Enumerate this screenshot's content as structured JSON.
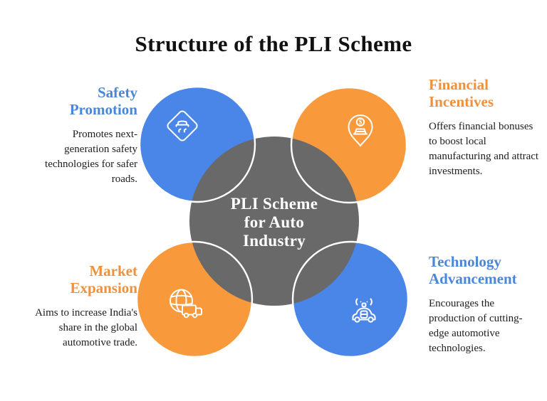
{
  "title": "Structure of the PLI Scheme",
  "center": {
    "line1": "PLI Scheme",
    "line2": "for Auto",
    "line3": "Industry"
  },
  "colors": {
    "circle_blue": "#4a86e8",
    "circle_orange": "#f8993c",
    "center_gray": "#696969",
    "heading_blue": "#4a86d9",
    "heading_orange": "#ef913c",
    "body_text": "#1d1d1d",
    "title_text": "#111111",
    "center_text": "#ffffff"
  },
  "sections": [
    {
      "heading": "Safety Promotion",
      "body": "Promotes next-generation safety technologies for safer roads.",
      "icon": "slippery-road-sign-icon",
      "circle_color": "blue",
      "position": "top-left"
    },
    {
      "heading": "Financial Incentives",
      "body": "Offers financial bonuses to boost local manufacturing and attract investments.",
      "icon": "money-location-pin-icon",
      "circle_color": "orange",
      "position": "top-right"
    },
    {
      "heading": "Market Expansion",
      "body": "Aims to increase India's share in the global automotive trade.",
      "icon": "global-trade-truck-icon",
      "circle_color": "orange",
      "position": "bottom-left"
    },
    {
      "heading": "Technology Advancement",
      "body": "Encourages the production of cutting-edge automotive technologies.",
      "icon": "connected-car-icon",
      "circle_color": "blue",
      "position": "bottom-right"
    }
  ],
  "icon_dollar_glyph": "$"
}
